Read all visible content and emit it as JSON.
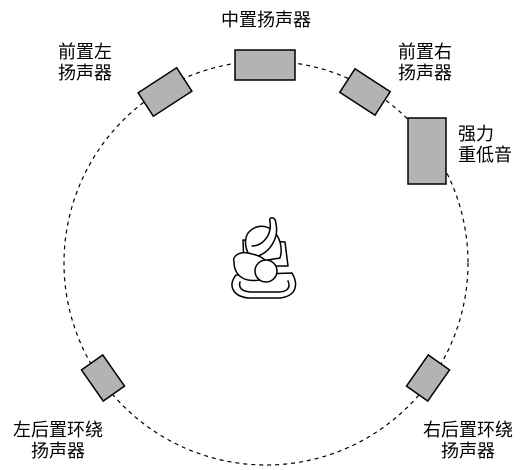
{
  "diagram": {
    "speakers": {
      "center": {
        "lines": [
          "中置扬声器"
        ]
      },
      "front_left": {
        "lines": [
          "前置左",
          "扬声器"
        ]
      },
      "front_right": {
        "lines": [
          "前置右",
          "扬声器"
        ]
      },
      "subwoofer": {
        "lines": [
          "强力",
          "重低音"
        ]
      },
      "surround_left": {
        "lines": [
          "左后置环绕",
          "扬声器"
        ]
      },
      "surround_right": {
        "lines": [
          "右后置环绕",
          "扬声器"
        ]
      }
    },
    "colors": {
      "speaker_fill": "#b3b3b3",
      "stroke": "#000000",
      "background": "#ffffff"
    },
    "icons": {
      "listener": "listener-on-sofa-icon"
    }
  }
}
